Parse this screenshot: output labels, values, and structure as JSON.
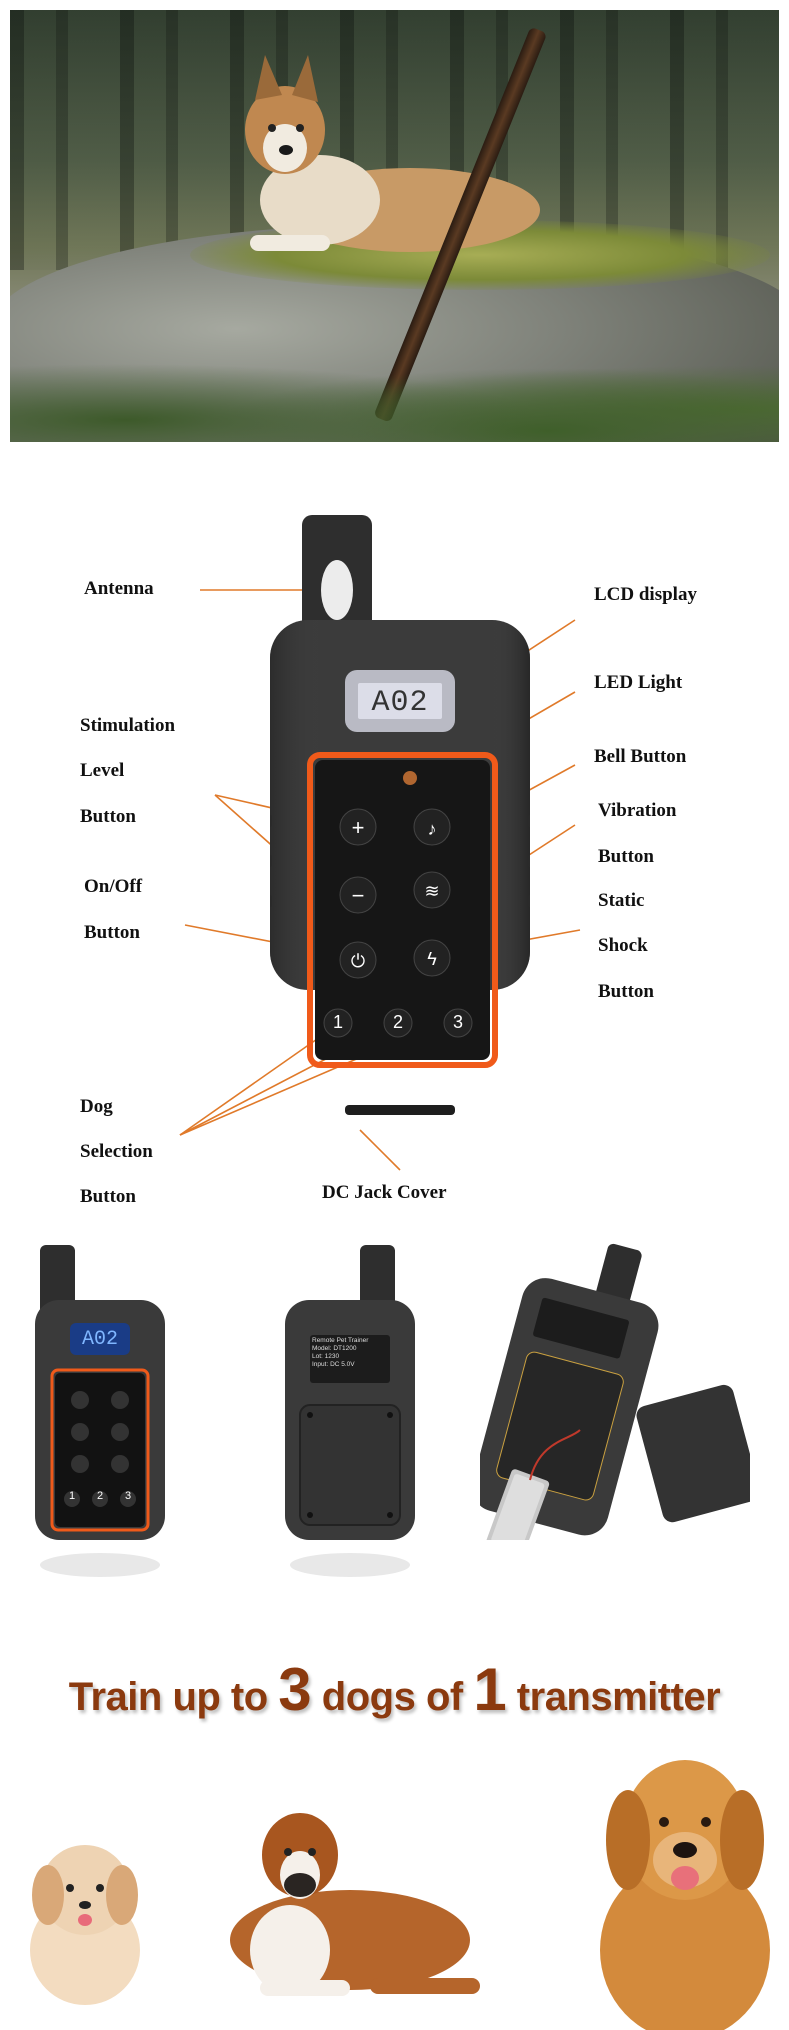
{
  "diagram": {
    "labels": {
      "antenna": "Antenna",
      "lcd_display": "LCD display",
      "led_light": "LED Light",
      "stimulation_1": "Stimulation",
      "stimulation_2": "Level",
      "stimulation_3": "Button",
      "bell_button": "Bell Button",
      "vibration_1": "Vibration",
      "vibration_2": "Button",
      "onoff_1": "On/Off",
      "onoff_2": "Button",
      "static_1": "Static",
      "static_2": "Shock",
      "static_3": "Button",
      "dog_sel_1": "Dog",
      "dog_sel_2": "Selection",
      "dog_sel_3": "Button",
      "dc_jack": "DC Jack Cover"
    },
    "lcd_text": "A02",
    "dog_buttons": [
      "1",
      "2",
      "3"
    ]
  },
  "products": {
    "front_lcd": "A02",
    "dog_buttons": [
      "1",
      "2",
      "3"
    ],
    "back_label_lines": [
      "Remote Pet Trainer",
      "Model: DT1200",
      "Lot: 1230",
      "Input: DC 5.0V"
    ]
  },
  "tagline": {
    "part1": "Train up to ",
    "num1": "3",
    "part2": " dogs of ",
    "num2": "1",
    "part3": " transmitter"
  },
  "colors": {
    "accent_orange": "#f05a1a",
    "tagline_brown": "#8b3a0f",
    "remote_body": "#3a3a3a",
    "leader_line": "#e07a2a"
  }
}
